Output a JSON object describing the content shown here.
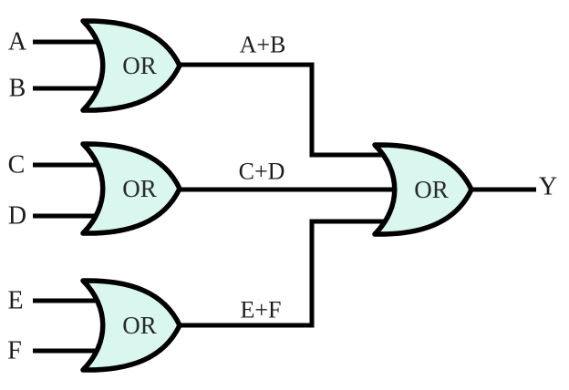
{
  "diagram": {
    "type": "logic-circuit",
    "description": "Three 2-input OR gates feeding a final OR gate",
    "colors": {
      "background": "#ffffff",
      "gate_fill": "#d9f6ef",
      "gate_stroke": "#000000",
      "wire": "#000000",
      "text": "#1c1c1c"
    },
    "inputs": [
      {
        "label": "A"
      },
      {
        "label": "B"
      },
      {
        "label": "C"
      },
      {
        "label": "D"
      },
      {
        "label": "E"
      },
      {
        "label": "F"
      }
    ],
    "gates": [
      {
        "name": "or-gate-ab",
        "label": "OR"
      },
      {
        "name": "or-gate-cd",
        "label": "OR"
      },
      {
        "name": "or-gate-ef",
        "label": "OR"
      },
      {
        "name": "or-gate-final",
        "label": "OR"
      }
    ],
    "wire_labels": [
      {
        "text": "A+B"
      },
      {
        "text": "C+D"
      },
      {
        "text": "E+F"
      }
    ],
    "output_label": "Y"
  }
}
